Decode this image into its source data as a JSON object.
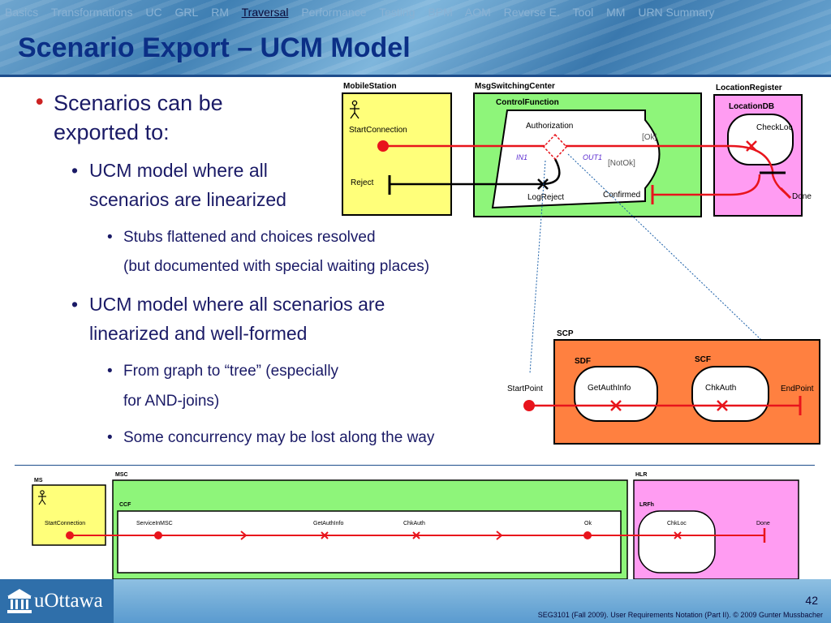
{
  "nav": {
    "items": [
      "Basics",
      "Transformations",
      "UC",
      "GRL",
      "RM",
      "Traversal",
      "Performance",
      "Testing",
      "BPM",
      "AOM",
      "Reverse E.",
      "Tool",
      "MM",
      "URN Summary"
    ],
    "active": "Traversal"
  },
  "title": "Scenario Export – UCM Model",
  "bullets": {
    "b1_line1": "Scenarios can be",
    "b1_line2": "exported to:",
    "b2_line1": "UCM model where all",
    "b2_line2": "scenarios are linearized",
    "b3_line1": "Stubs flattened and choices resolved",
    "b3_line2": "(but documented with special waiting places)",
    "b4_line1": "UCM model where all scenarios are",
    "b4_line2": "linearized and well-formed",
    "b5_line1": "From graph to “tree” (especially",
    "b5_line2": "for AND-joins)",
    "b6": "Some concurrency may be lost along the way"
  },
  "diagram_top": {
    "mobile_station": "MobileStation",
    "start_connection": "StartConnection",
    "reject": "Reject",
    "msc": "MsgSwitchingCenter",
    "control_function": "ControlFunction",
    "authorization": "Authorization",
    "ok": "[Ok]",
    "notok": "[NotOk]",
    "in1": "IN1",
    "out1": "OUT1",
    "log_reject": "LogReject",
    "confirmed": "Confirmed",
    "location_register": "LocationRegister",
    "location_db": "LocationDB",
    "check_loc": "CheckLoc",
    "done": "Done"
  },
  "diagram_scp": {
    "scp": "SCP",
    "sdf": "SDF",
    "scf": "SCF",
    "get_auth_info": "GetAuthInfo",
    "chk_auth": "ChkAuth",
    "start_point": "StartPoint",
    "end_point": "EndPoint"
  },
  "diagram_bottom": {
    "ms": "MS",
    "msc": "MSC",
    "hlr": "HLR",
    "ccf": "CCF",
    "lrfh": "LRFh",
    "start_connection": "StartConnection",
    "service_in_msc": "ServiceInMSC",
    "get_auth_info": "GetAuthInfo",
    "chk_auth": "ChkAuth",
    "ok": "Ok",
    "chk_loc": "ChkLoc",
    "done": "Done"
  },
  "footer": {
    "logo": "uOttawa",
    "page": "42",
    "info": "SEG3101 (Fall 2009).   User Requirements Notation (Part II).   © 2009 Gunter Mussbacher"
  },
  "colors": {
    "path_red": "#e8141c",
    "component_yellow": "#ffff7a",
    "component_green": "#8ef57a",
    "component_pink": "#ff9cf2",
    "component_orange": "#ff8040",
    "title_blue": "#0b2f86",
    "bullet_text": "#1a1a66"
  }
}
